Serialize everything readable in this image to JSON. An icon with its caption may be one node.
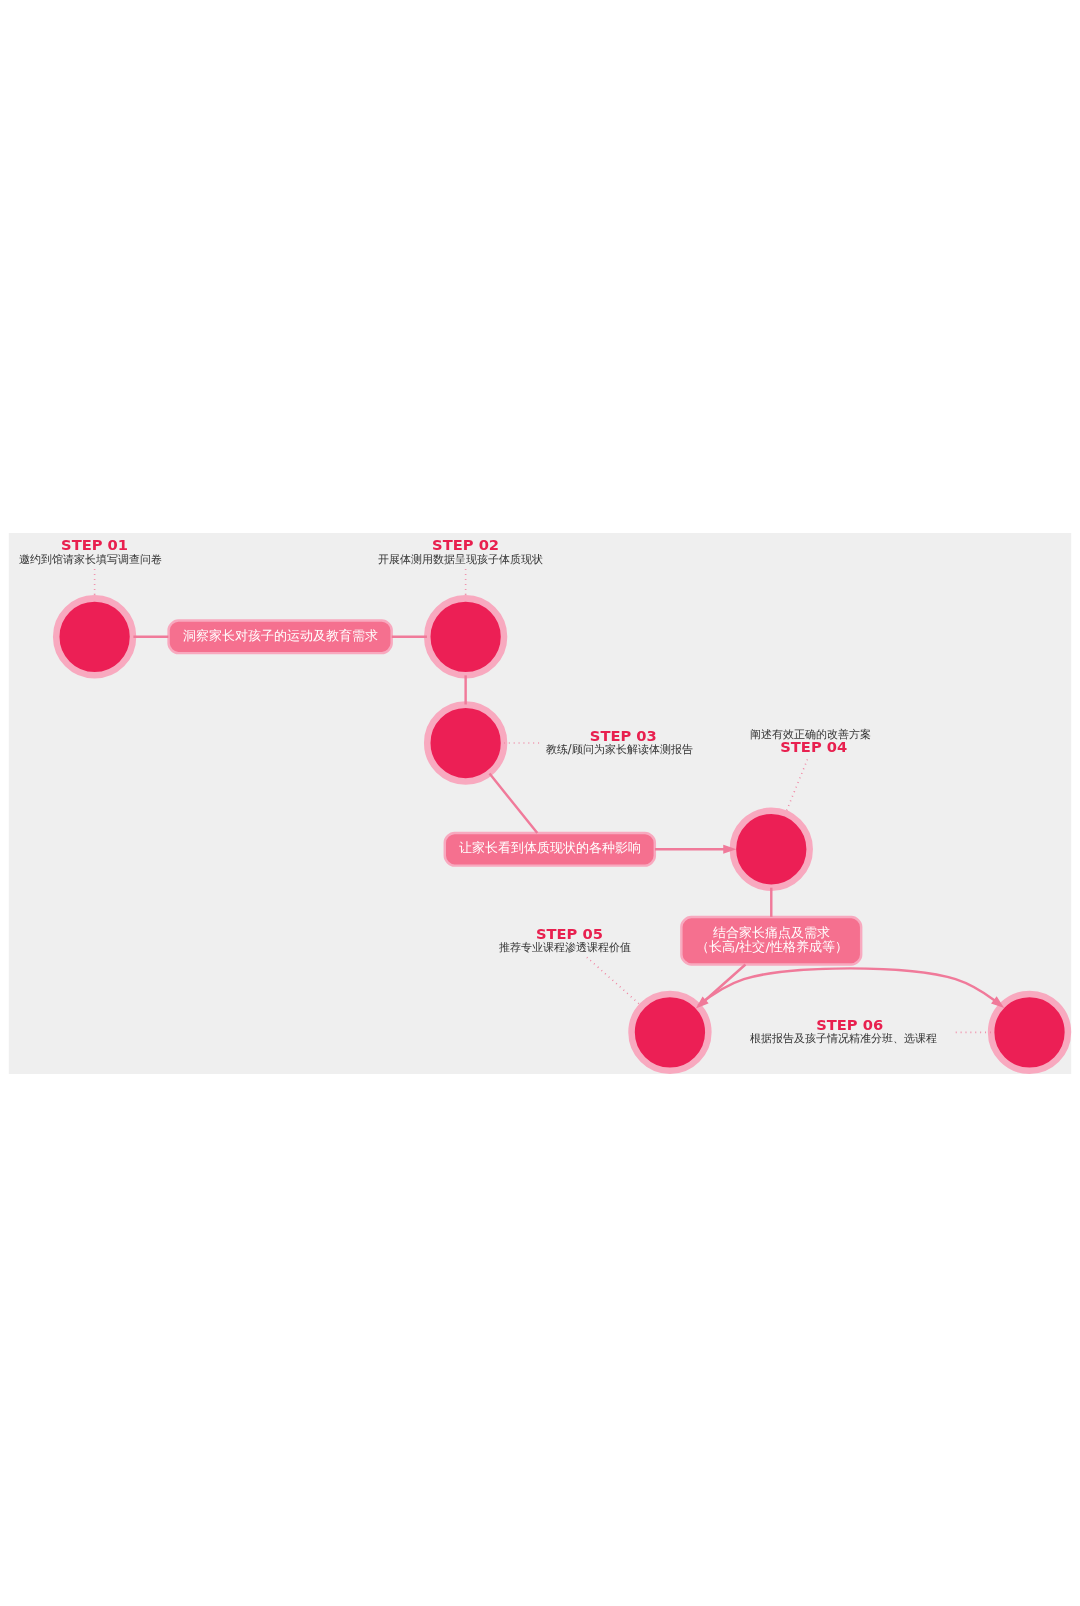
{
  "diagram": {
    "nodes": [
      {
        "text": [
          "STEP 01",
          "邀约到馆请家长填写调查问卷"
        ]
      },
      {
        "text": [],
        "shape": "circle"
      },
      {
        "text": [
          "洞察家长对孩子的运动及教育需求"
        ]
      },
      {
        "text": [],
        "shape": "circle"
      },
      {
        "text": [
          "STEP 02",
          "开展体测用数据呈现孩子体质现状"
        ]
      },
      {
        "text": [],
        "shape": "circle"
      },
      {
        "text": [
          "STEP 03",
          "教练/顾问为家长解读体测报告"
        ]
      },
      {
        "text": [
          "让家长看到体质现状的各种影响"
        ]
      },
      {
        "text": [],
        "shape": "circle"
      },
      {
        "text": [
          "阐述有效正确的改善方案",
          "STEP 04"
        ]
      },
      {
        "text": [
          "结合家长痛点及需求",
          "（长高/社交/性格养成等）"
        ]
      },
      {
        "text": [],
        "shape": "circle"
      },
      {
        "text": [
          "STEP 05",
          "推荐专业课程渗透课程价值"
        ]
      },
      {
        "text": [],
        "shape": "circle"
      },
      {
        "text": [
          "STEP 06",
          "根据报告及孩子情况精准分班、选课程"
        ]
      }
    ],
    "edges": [
      {
        "from": 0,
        "to": 1,
        "arrow": "none",
        "style": "dashed"
      },
      {
        "from": 1,
        "to": 2,
        "arrow": "none"
      },
      {
        "from": 2,
        "to": 3,
        "arrow": "none"
      },
      {
        "from": 4,
        "to": 3,
        "arrow": "none",
        "style": "dashed"
      },
      {
        "from": 3,
        "to": 5,
        "arrow": "none"
      },
      {
        "from": 6,
        "to": 5,
        "arrow": "none",
        "style": "dashed"
      },
      {
        "from": 5,
        "to": 7,
        "arrow": "none"
      },
      {
        "from": 7,
        "to": 8,
        "arrow": "to"
      },
      {
        "from": 9,
        "to": 8,
        "arrow": "none",
        "style": "dashed"
      },
      {
        "from": 8,
        "to": 10,
        "arrow": "none"
      },
      {
        "from": 10,
        "to": 11,
        "arrow": "to"
      },
      {
        "from": 12,
        "to": 11,
        "arrow": "none",
        "style": "dashed"
      },
      {
        "from": 11,
        "to": 13,
        "arrow": "to"
      },
      {
        "from": 14,
        "to": 13,
        "arrow": "none",
        "style": "dashed"
      }
    ]
  }
}
